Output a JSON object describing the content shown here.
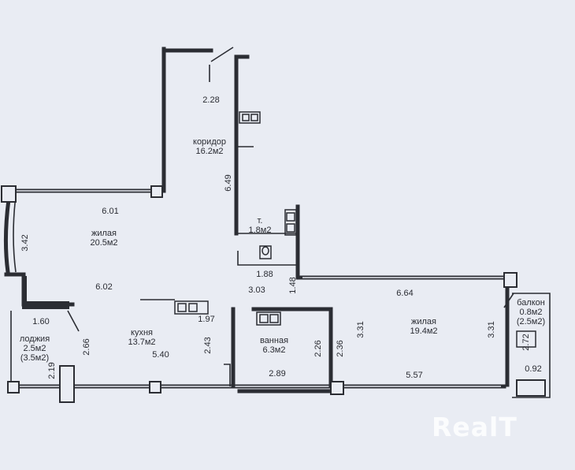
{
  "rooms": {
    "corridor": {
      "name": "коридор",
      "area": "16.2м2"
    },
    "living1": {
      "name": "жилая",
      "area": "20.5м2"
    },
    "wc": {
      "name": "т.",
      "area": "1.8м2"
    },
    "kitchen": {
      "name": "кухня",
      "area": "13.7м2"
    },
    "bathroom": {
      "name": "ванная",
      "area": "6.3м2"
    },
    "living2": {
      "name": "жилая",
      "area": "19.4м2"
    },
    "loggia": {
      "name": "лоджия",
      "area": "2.5м2",
      "area_alt": "(3.5м2)"
    },
    "balcony": {
      "name": "балкон",
      "area": "0.8м2",
      "area_alt": "(2.5м2)"
    }
  },
  "dimensions": {
    "d_2_28": "2.28",
    "d_6_49": "6.49",
    "d_6_01": "6.01",
    "d_3_42": "3.42",
    "d_6_02": "6.02",
    "d_1_88": "1.88",
    "d_1_48": "1.48",
    "d_3_03": "3.03",
    "d_6_64": "6.64",
    "d_1_60": "1.60",
    "d_2_66": "2.66",
    "d_1_97": "1.97",
    "d_2_43": "2.43",
    "d_5_40": "5.40",
    "d_2_26": "2.26",
    "d_2_36": "2.36",
    "d_3_31a": "3.31",
    "d_3_31b": "3.31",
    "d_2_72": "2.72",
    "d_2_89": "2.89",
    "d_5_57": "5.57",
    "d_2_19": "2.19",
    "d_0_92": "0.92"
  },
  "watermark": "RealT",
  "colors": {
    "paper": "#e9ecf3",
    "ink": "#2b2d33"
  }
}
